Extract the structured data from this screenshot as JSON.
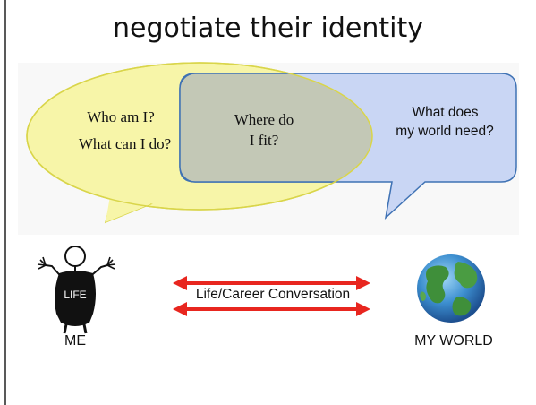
{
  "title": "negotiate their identity",
  "bubbles": {
    "me_line1": "Who am I?",
    "me_line2": "What can I do?",
    "overlap_line1": "Where do",
    "overlap_line2": "I fit?",
    "world_line1": "What does",
    "world_line2": "my world need?"
  },
  "figure": {
    "me_label": "ME",
    "life_label": "LIFE",
    "world_label": "MY WORLD",
    "conversation_label": "Life/Career Conversation"
  },
  "colors": {
    "yellow_bubble": "#f7f5a8",
    "blue_bubble": "#c9d6f4",
    "overlap": "#c3c8b6",
    "arrow": "#e8261f"
  }
}
